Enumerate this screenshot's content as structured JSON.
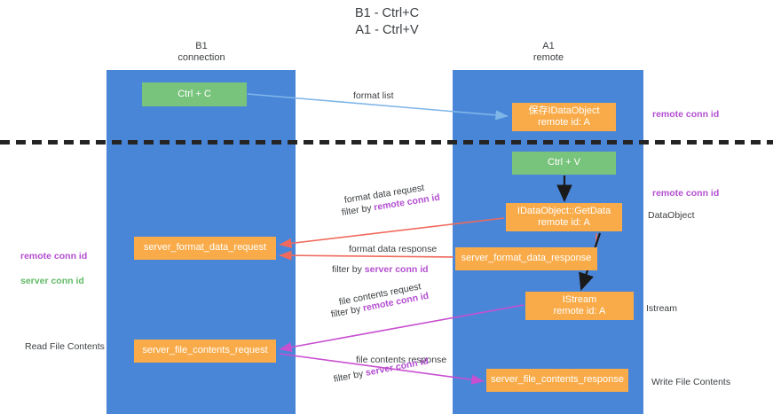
{
  "title": "B1 - Ctrl+C\nA1 - Ctrl+V",
  "lanes": {
    "left": {
      "name": "B1",
      "role": "connection",
      "header": "B1\nconnection"
    },
    "right": {
      "name": "A1",
      "role": "remote",
      "header": "A1\nremote"
    }
  },
  "nodes": {
    "ctrl_c": "Ctrl + C",
    "idataobject": "保存IDataObject\nremote id: A",
    "ctrl_v": "Ctrl + V",
    "getdata": "IDataObject::GetData\nremote id: A",
    "server_format_data_request": "server_format_data_request",
    "server_format_data_response": "server_format_data_response",
    "istream": "IStream\nremote id: A",
    "server_file_contents_request": "server_file_contents_request",
    "server_file_contents_response": "server_file_contents_response"
  },
  "edges": {
    "format_list": "format list",
    "format_data_request": "format data request",
    "format_data_request_filter_prefix": "filter by ",
    "format_data_request_filter_key": "remote conn id",
    "format_data_response": "format data response",
    "format_data_response_filter_prefix": "filter by ",
    "format_data_response_filter_key": "server conn id",
    "file_contents_request": "file contents request",
    "file_contents_request_filter_prefix": "filter by ",
    "file_contents_request_filter_key": "remote conn id",
    "file_contents_response": "file contents response",
    "file_contents_response_filter_prefix": "filter by ",
    "file_contents_response_filter_key": "server conn id"
  },
  "annotations": {
    "remote_conn_id_top": "remote conn id",
    "remote_conn_id_mid": "remote conn id",
    "dataobject": "DataObject",
    "istream": "Istream",
    "write_file_contents": "Write File Contents",
    "read_file_contents": "Read File Contents",
    "legend_remote": "remote conn id",
    "legend_server": "server conn id"
  },
  "colors": {
    "lane": "#4a86d8",
    "node_orange": "#f9ab49",
    "node_green": "#79c47c",
    "remote_conn_id": "#b34fd0",
    "server_conn_id": "#61b965",
    "arrow_blue": "#7fb6e8",
    "arrow_red": "#ef6a5c",
    "arrow_magenta": "#c84fd0",
    "arrow_dark": "#1a1a1a",
    "divider": "#242424",
    "text": "#3c4043"
  }
}
